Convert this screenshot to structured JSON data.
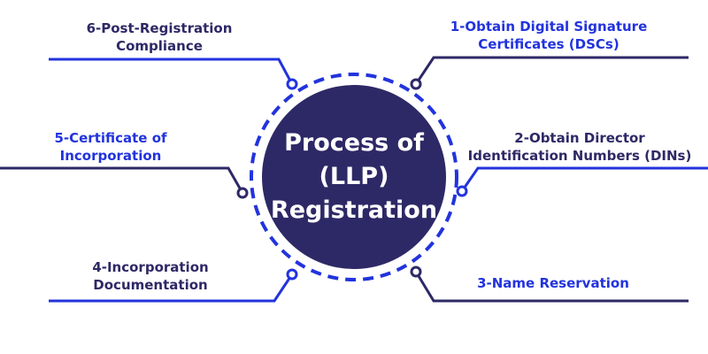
{
  "center": {
    "line1": "Process of",
    "line2": "(LLP)",
    "line3": "Registration"
  },
  "steps": [
    {
      "line1": "1-Obtain Digital Signature",
      "line2": "Certificates (DSCs)"
    },
    {
      "line1": "2-Obtain Director",
      "line2": "Identification Numbers (DINs)"
    },
    {
      "line1": "3-Name Reservation"
    },
    {
      "line1": "4-Incorporation",
      "line2": "Documentation"
    },
    {
      "line1": "5-Certificate of",
      "line2": "Incorporation"
    },
    {
      "line1": "6-Post-Registration",
      "line2": "Compliance"
    }
  ],
  "colors": {
    "navy": "#2d2966",
    "blue": "#2233dd",
    "background": "#ffffff"
  }
}
